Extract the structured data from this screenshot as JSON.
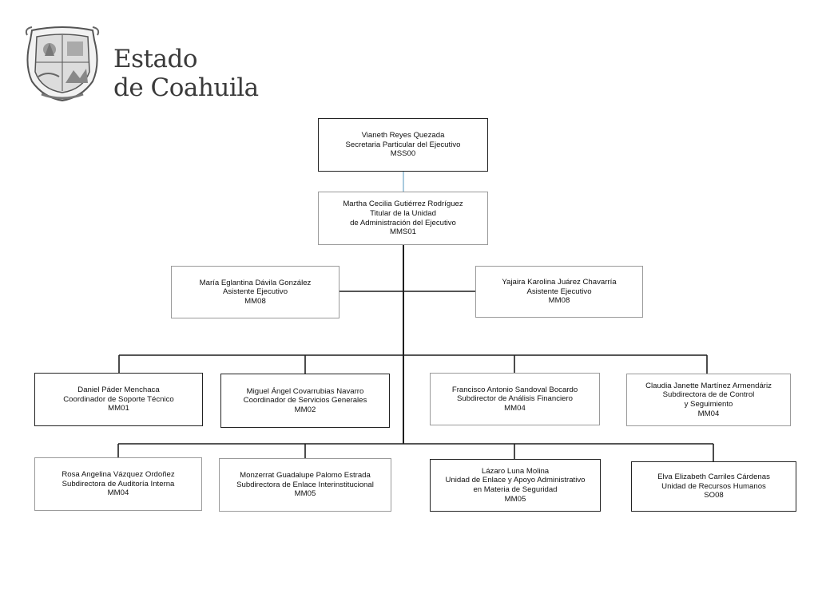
{
  "brand": {
    "line1": "Estado",
    "line2": "de Coahuila"
  },
  "logo": {
    "icon": "coahuila-coat-of-arms"
  },
  "colors": {
    "connector": "#1f1f1f",
    "top_connector": "#6fa6c8",
    "box_border": "#222222"
  },
  "org": {
    "secretaria": {
      "name": "Vianeth Reyes Quezada",
      "title": "Secretaria Particular del Ejecutivo",
      "code": "MSS00"
    },
    "titular": {
      "name": "Martha Cecilia Gutiérrez Rodríguez",
      "title1": "Titular de la Unidad",
      "title2": "de Administración del Ejecutivo",
      "code": "MMS01"
    },
    "asistente_1": {
      "name": "María Eglantina Dávila González",
      "title": "Asistente Ejecutivo",
      "code": "MM08"
    },
    "asistente_2": {
      "name": "Yajaira Karolina Juárez Chavarría",
      "title": "Asistente Ejecutivo",
      "code": "MM08"
    },
    "row1": [
      {
        "name": "Daniel Páder Menchaca",
        "title": "Coordinador de Soporte Técnico",
        "code": "MM01"
      },
      {
        "name": "Miguel Ángel Covarrubias Navarro",
        "title": "Coordinador de Servicios Generales",
        "code": "MM02"
      },
      {
        "name": "Francisco Antonio Sandoval Bocardo",
        "title": "Subdirector de Análisis Financiero",
        "code": "MM04"
      },
      {
        "name": "Claudia Janette Martínez Armendáriz",
        "title1": "Subdirectora de  de Control",
        "title2": "y Seguimiento",
        "code": "MM04"
      }
    ],
    "row2": [
      {
        "name": "Rosa Angelina Vázquez Ordoñez",
        "title": "Subdirectora de Auditoría Interna",
        "code": "MM04"
      },
      {
        "name": "Monzerrat Guadalupe Palomo Estrada",
        "title": "Subdirectora de Enlace Interinstitucional",
        "code": "MM05"
      },
      {
        "name": "Lázaro Luna Molina",
        "title1": "Unidad de Enlace y Apoyo Administrativo",
        "title2": "en Materia de Seguridad",
        "code": "MM05"
      },
      {
        "name": "Elva Elizabeth Carriles Cárdenas",
        "title": "Unidad de Recursos Humanos",
        "code": "SO08"
      }
    ]
  }
}
